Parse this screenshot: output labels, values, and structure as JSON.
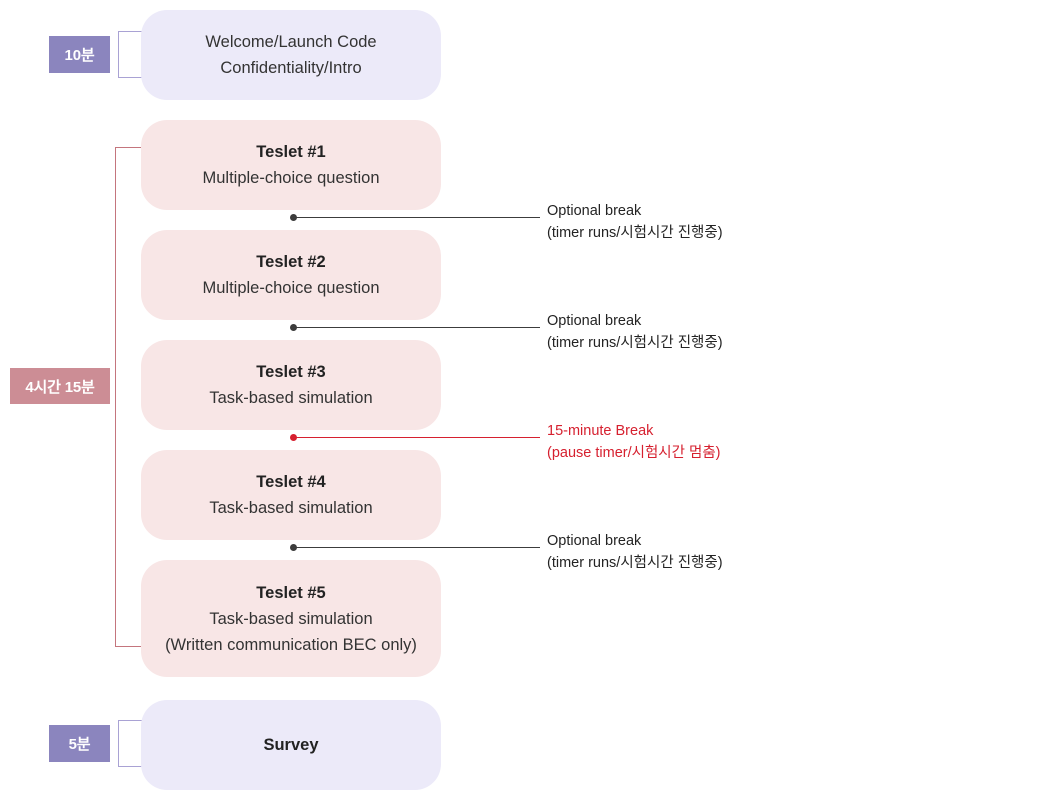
{
  "diagram": {
    "title": "CPA Exam Section Structure Timeline",
    "colors": {
      "badge_purple": "#8b85be",
      "badge_rose": "#cc8d95",
      "box_lavender": "#eceaf9",
      "box_rose": "#f8e6e6",
      "bracket_purple": "#a9a2d4",
      "bracket_rose": "#c4757d",
      "annotation_grey": "#232323",
      "annotation_red": "#d6202f"
    },
    "badges": [
      {
        "id": "intro",
        "label": "10분"
      },
      {
        "id": "teslets",
        "label": "4시간 15분"
      },
      {
        "id": "survey",
        "label": "5분"
      }
    ],
    "stages": [
      {
        "id": "intro",
        "variant": "lavender",
        "lines": [
          {
            "text": "Welcome/Launch Code",
            "bold": false
          },
          {
            "text": "Confidentiality/Intro",
            "bold": false
          }
        ]
      },
      {
        "id": "teslet-1",
        "variant": "rose",
        "lines": [
          {
            "text": "Teslet #1",
            "bold": true
          },
          {
            "text": "Multiple-choice question",
            "bold": false
          }
        ]
      },
      {
        "id": "teslet-2",
        "variant": "rose",
        "lines": [
          {
            "text": "Teslet #2",
            "bold": true
          },
          {
            "text": "Multiple-choice question",
            "bold": false
          }
        ]
      },
      {
        "id": "teslet-3",
        "variant": "rose",
        "lines": [
          {
            "text": "Teslet #3",
            "bold": true
          },
          {
            "text": "Task-based simulation",
            "bold": false
          }
        ]
      },
      {
        "id": "teslet-4",
        "variant": "rose",
        "lines": [
          {
            "text": "Teslet #4",
            "bold": true
          },
          {
            "text": "Task-based simulation",
            "bold": false
          }
        ]
      },
      {
        "id": "teslet-5",
        "variant": "rose",
        "lines": [
          {
            "text": "Teslet #5",
            "bold": true
          },
          {
            "text": "Task-based simulation",
            "bold": false
          },
          {
            "text": "(Written communication BEC only)",
            "bold": false
          }
        ]
      },
      {
        "id": "survey",
        "variant": "lavender",
        "lines": [
          {
            "text": "Survey",
            "bold": true
          }
        ]
      }
    ],
    "breaks": [
      {
        "id": "break-1",
        "kind": "optional",
        "title": "Optional break",
        "subtitle": "(timer runs/시험시간 진행중)"
      },
      {
        "id": "break-2",
        "kind": "optional",
        "title": "Optional break",
        "subtitle": "(timer runs/시험시간 진행중)"
      },
      {
        "id": "break-3",
        "kind": "mandatory",
        "title": "15-minute Break",
        "subtitle": "(pause timer/시험시간 멈춤)"
      },
      {
        "id": "break-4",
        "kind": "optional",
        "title": "Optional break",
        "subtitle": "(timer runs/시험시간 진행중)"
      }
    ]
  }
}
